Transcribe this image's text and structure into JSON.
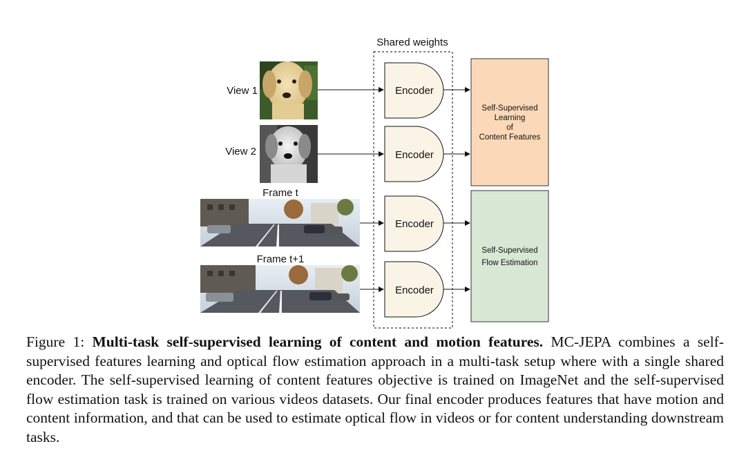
{
  "diagram": {
    "shared_label": "Shared weights",
    "inputs": [
      {
        "label": "View 1",
        "image": "dog-color-photo"
      },
      {
        "label": "View 2",
        "image": "dog-grayscale-photo"
      },
      {
        "label": "Frame t",
        "image": "street-scene-photo"
      },
      {
        "label": "Frame t+1",
        "image": "street-scene-photo"
      }
    ],
    "encoder_label": "Encoder",
    "tasks": [
      {
        "lines": [
          "Self-Supervised",
          "Learning",
          "of",
          "Content Features"
        ],
        "color": "#fbd9b8"
      },
      {
        "lines": [
          "Self-Supervised",
          "Flow Estimation"
        ],
        "color": "#d8e8d4"
      }
    ],
    "encoder_fill": "#faf4e6"
  },
  "caption": {
    "prefix": "Figure 1: ",
    "title": "Multi-task self-supervised learning of content and motion features.",
    "body": " MC-JEPA combines a self-supervised features learning and optical flow estimation approach in a multi-task setup where with a single shared encoder.  The self-supervised learning of content features objective is trained on ImageNet and the self-supervised flow estimation task is trained on various videos datasets. Our final encoder produces features that have motion and content information, and that can be used to estimate optical flow in videos or for content understanding downstream tasks."
  }
}
